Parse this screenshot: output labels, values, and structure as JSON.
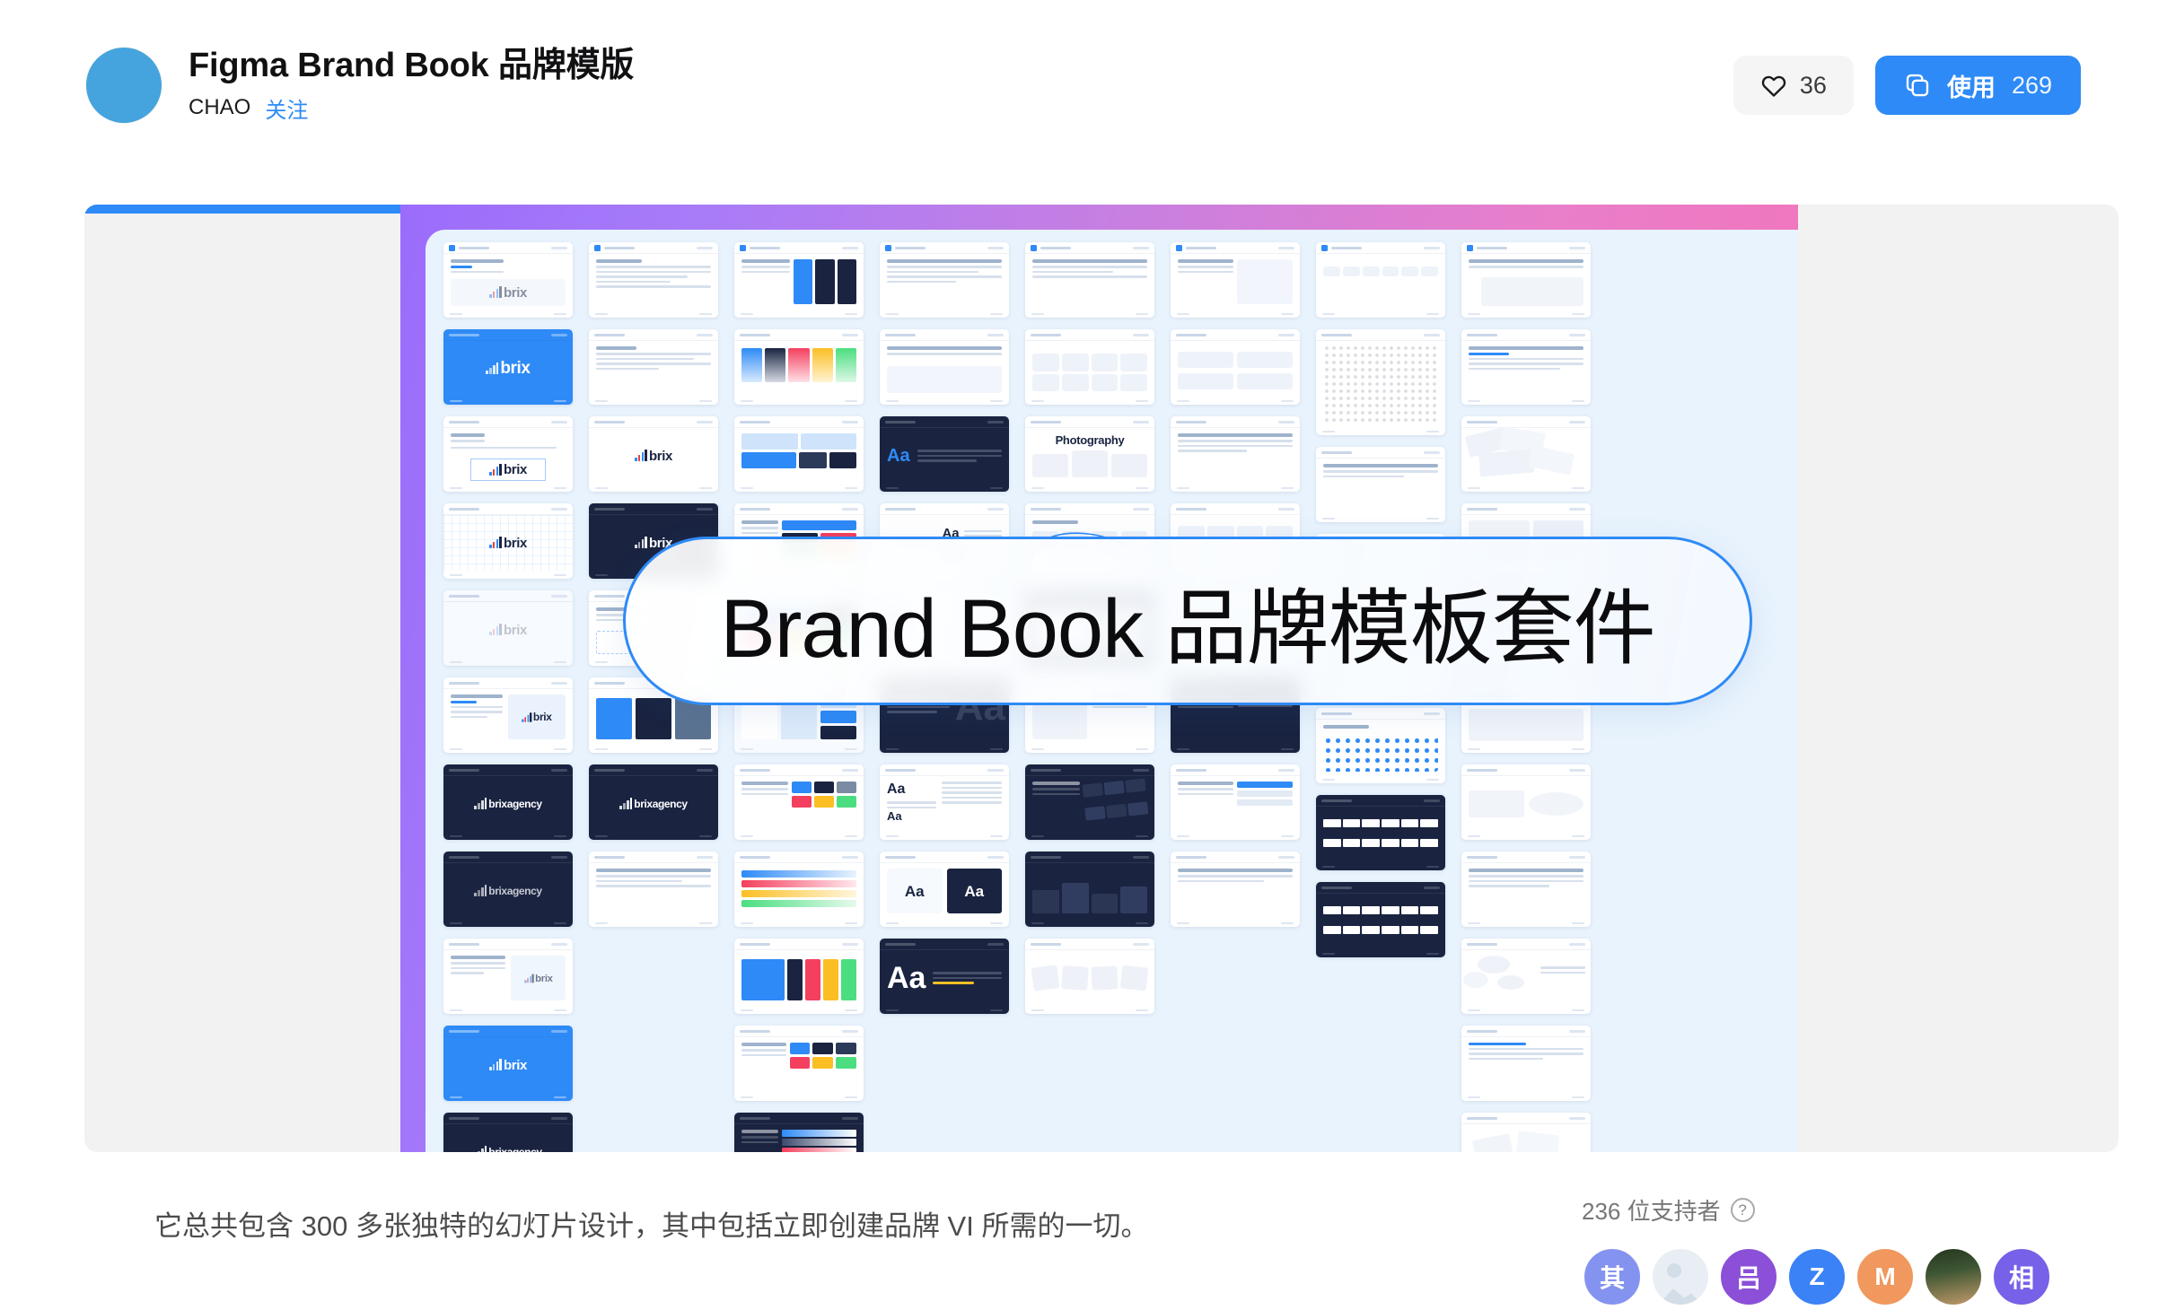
{
  "header": {
    "title": "Figma Brand Book 品牌模版",
    "author": "CHAO",
    "follow_label": "关注",
    "avatar_name": "author-avatar",
    "like_icon": "heart-icon",
    "like_count": "36",
    "use_icon": "copy-icon",
    "use_label": "使用",
    "use_count": "269"
  },
  "preview": {
    "banner_title": "Brand Book 品牌模板套件",
    "accent_color": "#2E8AF6",
    "canvas_color": "#E8F3FD",
    "gradient_from": "#9B6CFB",
    "gradient_to": "#F472B6",
    "panel_color": "#F2F2F2",
    "brand_wordmark": "brix",
    "photography_label": "Photography",
    "type_specimen": "Aa",
    "brand_palette": [
      "#2E8AF6",
      "#1A2441",
      "#F43F5E",
      "#FBBF24",
      "#4ADE80"
    ]
  },
  "footer": {
    "description": "它总共包含 300 多张独特的幻灯片设计，其中包括立即创建品牌 VI 所需的一切。",
    "supporters_label": "236 位支持者",
    "help_icon": "question-mark-icon",
    "supporters": [
      {
        "initial": "其",
        "color": "#8593F0",
        "kind": "text"
      },
      {
        "initial": "",
        "color": "#E8EEF4",
        "kind": "placeholder"
      },
      {
        "initial": "吕",
        "color": "#8B4FD8",
        "kind": "text"
      },
      {
        "initial": "Z",
        "color": "#3B82F6",
        "kind": "text"
      },
      {
        "initial": "M",
        "color": "#F0985E",
        "kind": "text"
      },
      {
        "initial": "",
        "color": "#3e5633",
        "kind": "photo"
      },
      {
        "initial": "相",
        "color": "#7761E8",
        "kind": "text"
      }
    ]
  }
}
